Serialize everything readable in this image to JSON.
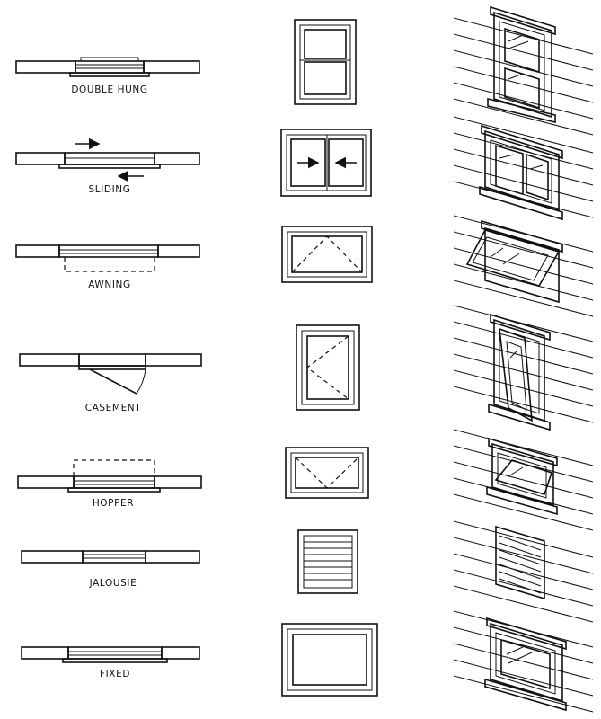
{
  "windows": [
    {
      "label": "DOUBLE HUNG"
    },
    {
      "label": "SLIDING"
    },
    {
      "label": "AWNING"
    },
    {
      "label": "CASEMENT"
    },
    {
      "label": "HOPPER"
    },
    {
      "label": "JALOUSIE"
    },
    {
      "label": "FIXED"
    }
  ]
}
